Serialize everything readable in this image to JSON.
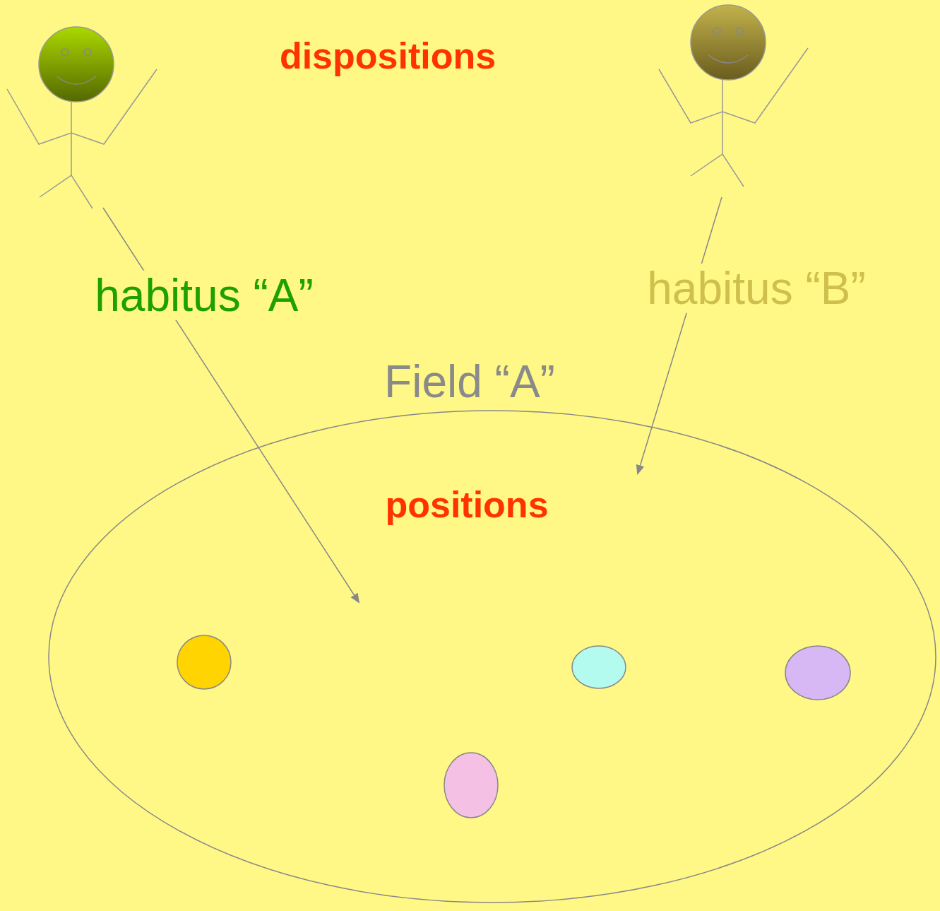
{
  "diagram": {
    "nodes": [
      {
        "text": [
          "Field “A”",
          "positions"
        ]
      }
    ],
    "labels": [
      "dispositions",
      "habitus “A”",
      "habitus “B”"
    ]
  }
}
